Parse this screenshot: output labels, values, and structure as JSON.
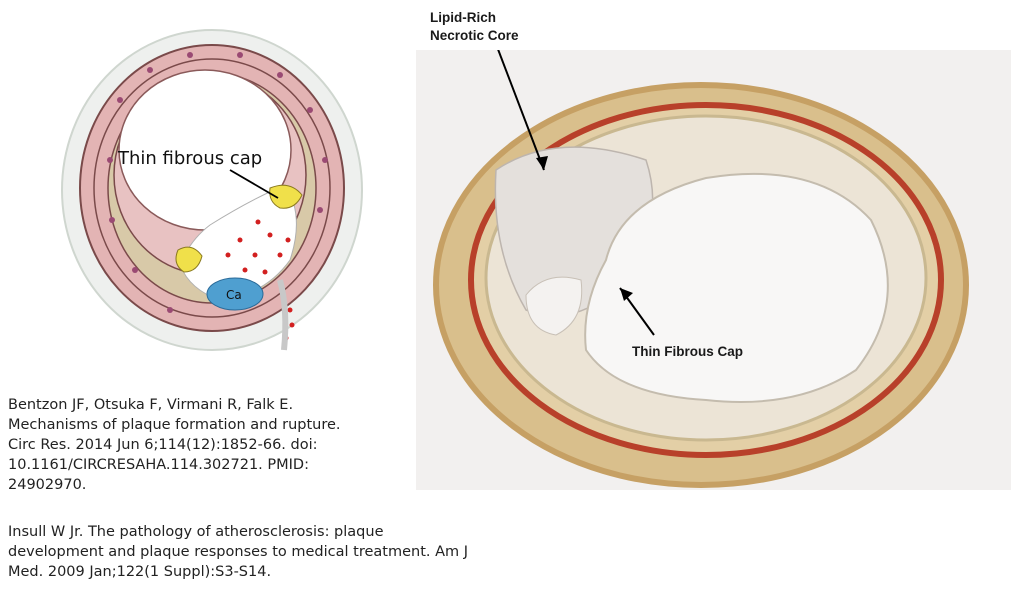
{
  "diagram": {
    "cap_label": "Thin fibrous cap",
    "ca_label": "Ca",
    "colors": {
      "wall": "#e3b4b4",
      "nucleus": "#9a4a73",
      "lumen": "#ffffff",
      "calcium": "#4f9fd0",
      "lipid": "#f0e04a",
      "blood": "#d22020"
    }
  },
  "histology": {
    "core_label_line1": "Lipid-Rich",
    "core_label_line2": "Necrotic Core",
    "cap_label": "Thin Fibrous Cap",
    "colors": {
      "background": "#f2f0ef",
      "media": "#b8402a",
      "adventitia": "#c6a064"
    }
  },
  "citations": [
    {
      "lines": [
        "Bentzon JF, Otsuka F, Virmani R, Falk E.",
        "Mechanisms of plaque formation and rupture.",
        "Circ Res. 2014 Jun 6;114(12):1852-66. doi:",
        "10.1161/CIRCRESAHA.114.302721. PMID:",
        "24902970."
      ]
    },
    {
      "lines": [
        "Insull W Jr. The pathology of atherosclerosis: plaque",
        "development and plaque responses to medical treatment. Am J",
        "Med. 2009 Jan;122(1 Suppl):S3-S14."
      ]
    }
  ]
}
